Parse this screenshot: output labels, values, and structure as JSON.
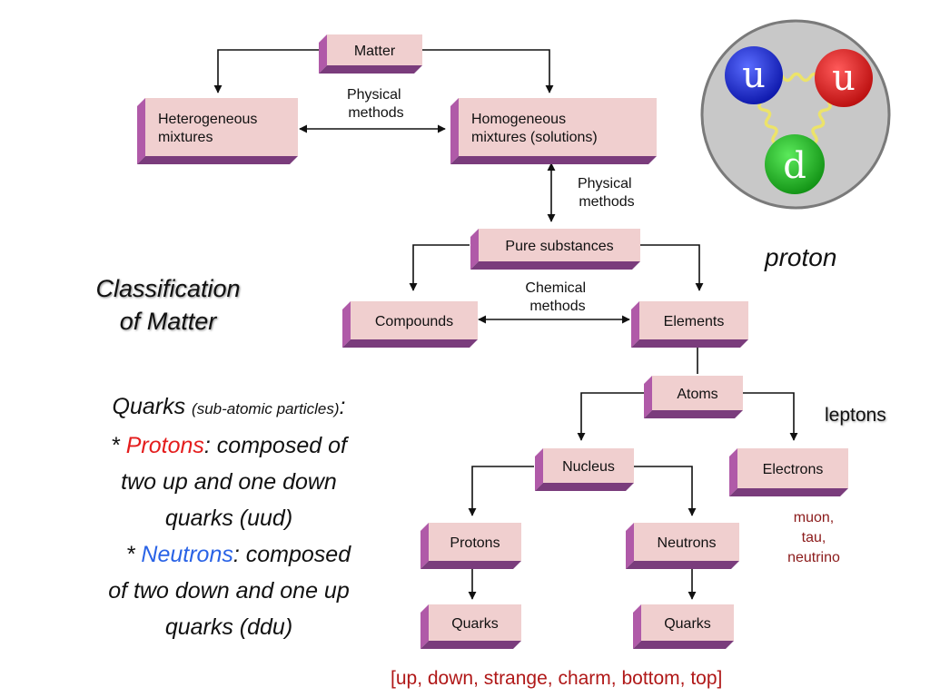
{
  "diagram": {
    "nodes": [
      {
        "id": "matter",
        "lines": [
          "Matter"
        ]
      },
      {
        "id": "heterogeneous",
        "lines": [
          "Heterogeneous",
          "mixtures"
        ]
      },
      {
        "id": "homogeneous",
        "lines": [
          "Homogeneous",
          "mixtures (solutions)"
        ]
      },
      {
        "id": "pure",
        "lines": [
          "Pure substances"
        ]
      },
      {
        "id": "compounds",
        "lines": [
          "Compounds"
        ]
      },
      {
        "id": "elements",
        "lines": [
          "Elements"
        ]
      },
      {
        "id": "atoms",
        "lines": [
          "Atoms"
        ]
      },
      {
        "id": "nucleus",
        "lines": [
          "Nucleus"
        ]
      },
      {
        "id": "electrons",
        "lines": [
          "Electrons"
        ]
      },
      {
        "id": "protons",
        "lines": [
          "Protons"
        ]
      },
      {
        "id": "neutrons",
        "lines": [
          "Neutrons"
        ]
      },
      {
        "id": "quarks_p",
        "lines": [
          "Quarks"
        ]
      },
      {
        "id": "quarks_n",
        "lines": [
          "Quarks"
        ]
      }
    ],
    "edge_labels": {
      "physical_1": [
        "Physical",
        "methods"
      ],
      "physical_2": [
        "Physical",
        "methods"
      ],
      "chemical": [
        "Chemical",
        "methods"
      ]
    }
  },
  "title": [
    "Classification",
    "of Matter"
  ],
  "proton_image": {
    "label": "proton",
    "quarks": [
      "u",
      "u",
      "d"
    ]
  },
  "leptons": {
    "label": "leptons",
    "examples": [
      "muon,",
      "tau,",
      "neutrino"
    ]
  },
  "quark_note": {
    "heading": "Quarks",
    "heading_note": "(sub-atomic particles)",
    "heading_colon": ":",
    "protons_prefix": "* ",
    "protons_word": "Protons",
    "protons_rest": ": composed of",
    "protons_line2": "two up and one down",
    "protons_line3": "quarks (uud)",
    "neutrons_prefix": "* ",
    "neutrons_word": "Neutrons",
    "neutrons_rest": ": composed",
    "neutrons_line2": "of two down and one up",
    "neutrons_line3": "quarks (ddu)"
  },
  "quark_flavors": "[up, down, strange, charm, bottom, top]",
  "colors": {
    "box_face": "#f0cfcf",
    "box_side": "#b05aa8",
    "box_bottom": "#7a3c7c",
    "protons_word": "#e41d1d",
    "neutrons_word": "#2a63e6",
    "lepton_examples": "#8b1a1a",
    "flavors": "#b01818"
  }
}
